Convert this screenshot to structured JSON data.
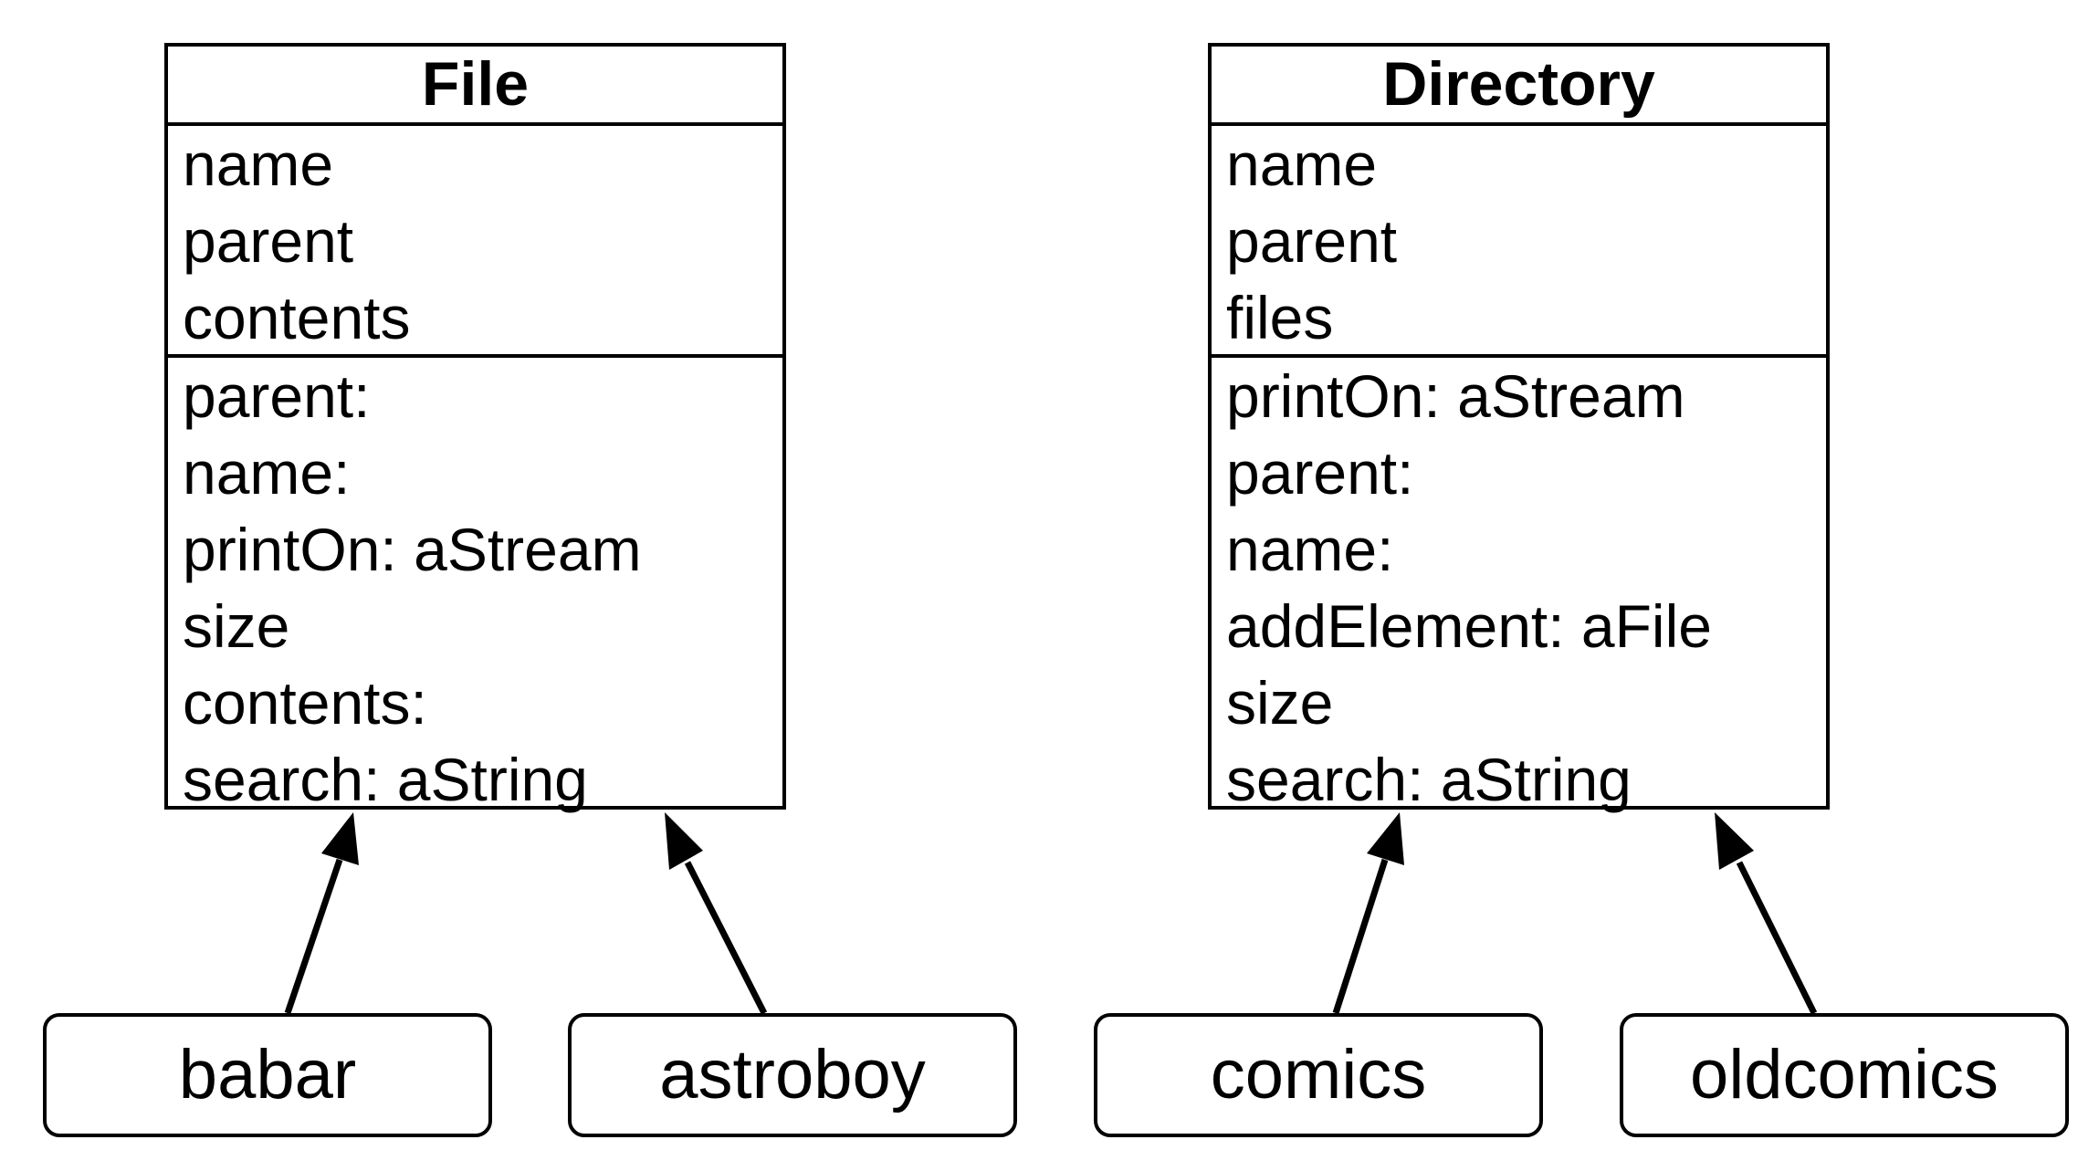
{
  "classes": [
    {
      "name": "File",
      "attributes": [
        "name",
        "parent",
        "contents"
      ],
      "methods": [
        "parent:",
        "name:",
        "printOn: aStream",
        "size",
        "contents:",
        "search: aString"
      ]
    },
    {
      "name": "Directory",
      "attributes": [
        "name",
        "parent",
        "files"
      ],
      "methods": [
        "printOn: aStream",
        "parent:",
        "name:",
        "addElement: aFile",
        "size",
        "search: aString"
      ]
    }
  ],
  "instances": [
    {
      "name": "babar",
      "instance_of": "File"
    },
    {
      "name": "astroboy",
      "instance_of": "File"
    },
    {
      "name": "comics",
      "instance_of": "Directory"
    },
    {
      "name": "oldcomics",
      "instance_of": "Directory"
    }
  ]
}
